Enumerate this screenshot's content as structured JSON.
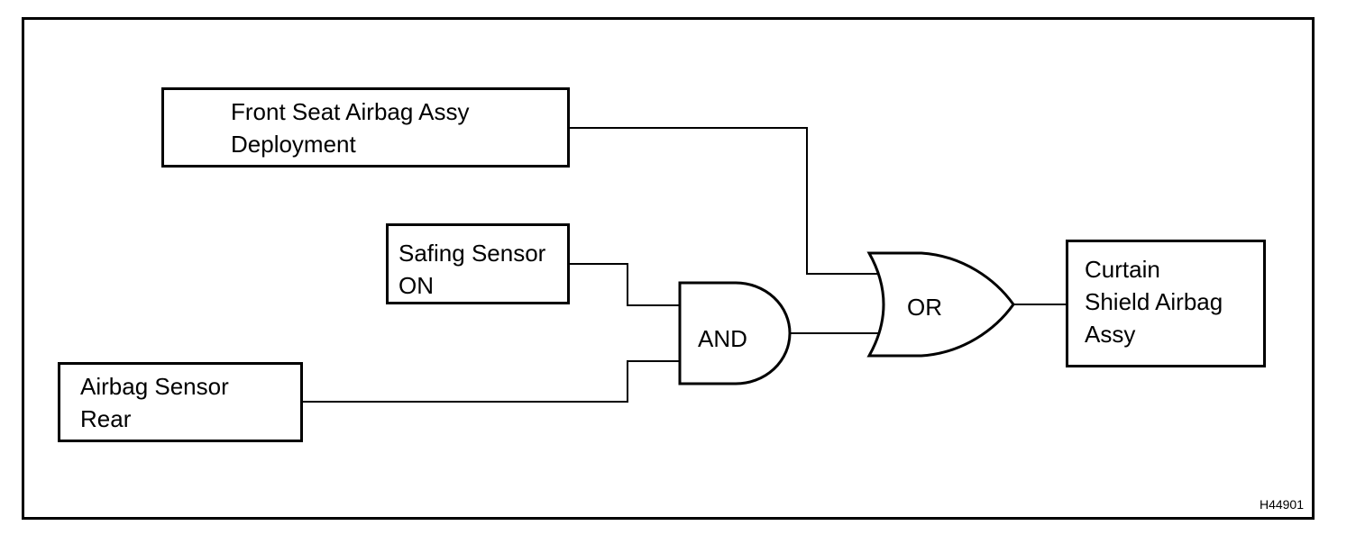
{
  "blocks": {
    "front_seat": {
      "line1": "Front Seat Airbag Assy",
      "line2": "Deployment"
    },
    "safing_sensor": {
      "line1": "Safing Sensor",
      "line2": "ON"
    },
    "airbag_sensor_rear": {
      "line1": "Airbag Sensor",
      "line2": "Rear"
    },
    "curtain_shield": {
      "line1": "Curtain",
      "line2": "Shield Airbag",
      "line3": "Assy"
    }
  },
  "gates": {
    "and_label": "AND",
    "or_label": "OR"
  },
  "figure_id": "H44901"
}
